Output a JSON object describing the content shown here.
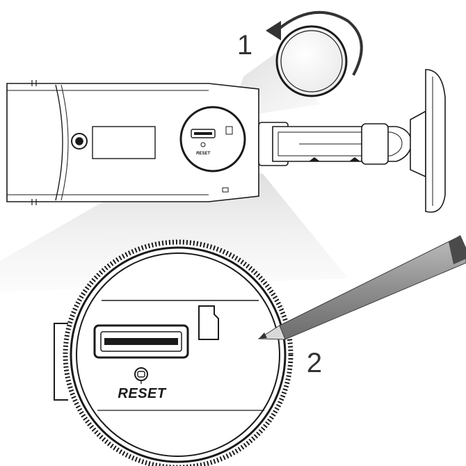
{
  "diagram": {
    "steps": [
      {
        "number": "1",
        "action": "rotate-cover-counterclockwise"
      },
      {
        "number": "2",
        "action": "press-reset-with-pen"
      }
    ],
    "labels": {
      "reset_small": "RESET",
      "reset_large": "RESET"
    },
    "icons": [
      "rotate-arrow-icon",
      "pen-icon",
      "sd-card-icon",
      "reset-button-icon",
      "sd-card-slot-icon"
    ],
    "colors": {
      "line": "#1a1a1a",
      "background": "#ffffff",
      "spotlight": "#e6e6e6",
      "pen_body": "#9a9a9a",
      "pen_tip": "#4a4a4a"
    }
  }
}
